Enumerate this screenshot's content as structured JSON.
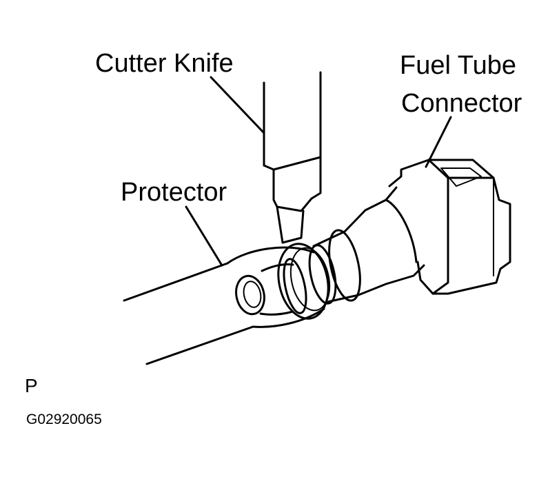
{
  "labels": {
    "cutter_knife": "Cutter Knife",
    "fuel_tube_line1": "Fuel Tube",
    "fuel_tube_line2": "Connector",
    "protector": "Protector",
    "view_letter": "P",
    "figure_code": "G02920065"
  },
  "colors": {
    "ink": "#000000",
    "paper": "#ffffff"
  }
}
